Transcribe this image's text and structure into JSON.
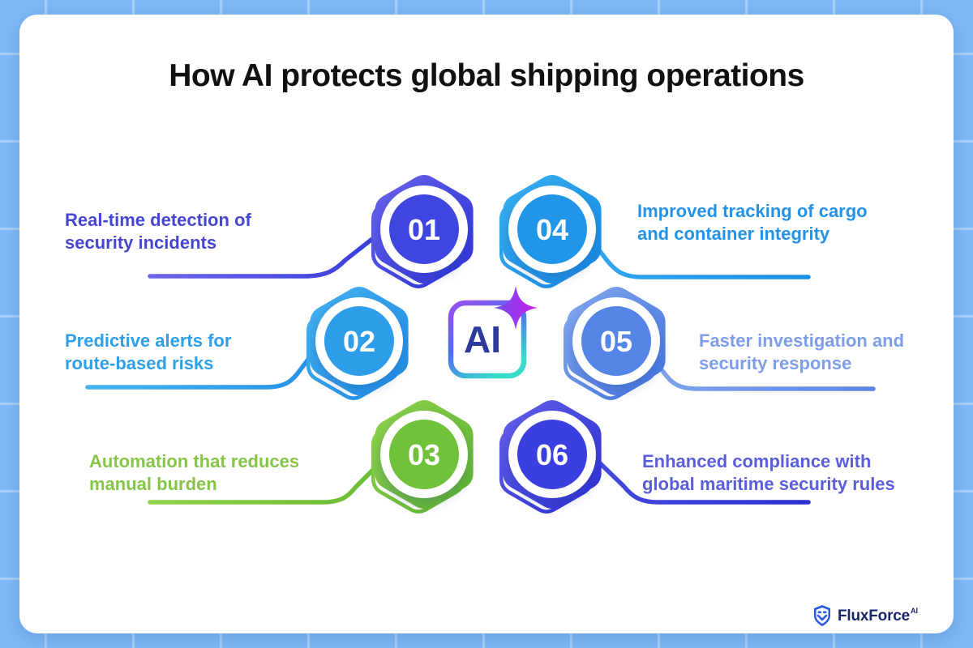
{
  "title": "How AI protects global shipping operations",
  "center": {
    "label": "AI",
    "icon": "sparkle-icon",
    "text_color": "#2c3a9e",
    "border_gradient": [
      "#9b4df0",
      "#4f6df2",
      "#38dccb"
    ],
    "sparkle_gradient": [
      "#6d4ef0",
      "#cc1ee8"
    ]
  },
  "nodes": [
    {
      "number": "01",
      "label": "Real-time detection of\nsecurity incidents",
      "side": "left",
      "gradient": [
        "#6b64ec",
        "#2b30d8"
      ],
      "circle": "#3f46e0",
      "line": [
        "#6f66ea",
        "#2d35d9"
      ],
      "label_color": "#4547d1"
    },
    {
      "number": "02",
      "label": "Predictive alerts for\nroute-based risks",
      "side": "left",
      "gradient": [
        "#45b3f0",
        "#1e8ce6"
      ],
      "circle": "#2f9eea",
      "line": [
        "#45b4ef",
        "#1f8ce6"
      ],
      "label_color": "#2f9fe8"
    },
    {
      "number": "03",
      "label": "Automation that reduces\nmanual burden",
      "side": "left",
      "gradient": [
        "#92d44e",
        "#5cb42c"
      ],
      "circle": "#6fc23a",
      "line": [
        "#8fd14b",
        "#63b832"
      ],
      "label_color": "#86c548"
    },
    {
      "number": "04",
      "label": "Improved tracking of cargo\nand container integrity",
      "side": "right",
      "gradient": [
        "#38b4f2",
        "#1487e2"
      ],
      "circle": "#2196e8",
      "line": [
        "#33aaf0",
        "#1b8ee6"
      ],
      "label_color": "#2492e6"
    },
    {
      "number": "05",
      "label": "Faster investigation and\nsecurity response",
      "side": "right",
      "gradient": [
        "#86abf0",
        "#4273de"
      ],
      "circle": "#5585e6",
      "line": [
        "#84a9ee",
        "#5b86e6"
      ],
      "label_color": "#7e9ee9"
    },
    {
      "number": "06",
      "label": "Enhanced compliance with\nglobal maritime security rules",
      "side": "right",
      "gradient": [
        "#6661ea",
        "#2a2cd4"
      ],
      "circle": "#3c3fe0",
      "line": [
        "#4a4fe0",
        "#2b2fd2"
      ],
      "label_color": "#5a5eda"
    }
  ],
  "footer": {
    "brand": "FluxForce",
    "brand_sup": "AI",
    "shield_icon": "shield-icon",
    "shield_color": "#2e5be6",
    "text_color": "#19266b"
  },
  "background": {
    "color": "#7db7f5",
    "grid_color": "#a7cef9",
    "card_color": "#ffffff"
  }
}
